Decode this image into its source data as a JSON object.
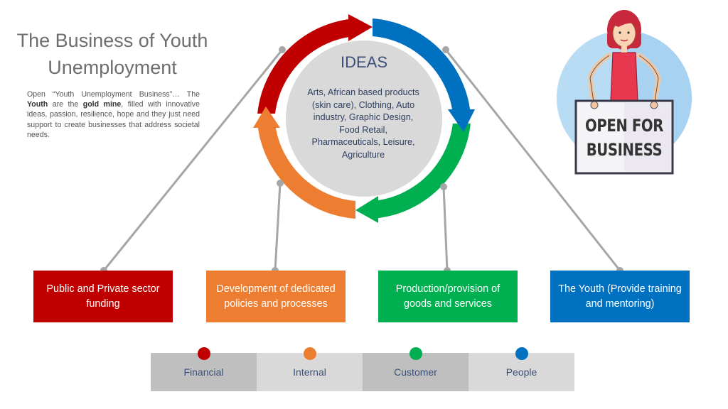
{
  "title": "The Business of Youth Unemployment",
  "intro": {
    "p1": "Open “Youth Unemployment Business”… The ",
    "youth": "Youth",
    "p2": " are the ",
    "gold": "gold mine",
    "p3": ", filled with innovative ideas, passion, resilience, hope and they just need support to create businesses that address societal needs."
  },
  "center": {
    "title": "IDEAS",
    "text": "Arts, African based products (skin care), Clothing, Auto industry, Graphic Design, Food Retail, Pharmaceuticals, Leisure, Agriculture"
  },
  "boxes": [
    {
      "label": "Public and Private sector funding",
      "color": "#c00000"
    },
    {
      "label": "Development of dedicated policies and processes",
      "color": "#ed7d31"
    },
    {
      "label": "Production/provision of goods and services",
      "color": "#00b050"
    },
    {
      "label": "The Youth (Provide training and mentoring)",
      "color": "#0070c0"
    }
  ],
  "legend": [
    {
      "label": "Financial",
      "color": "#c00000"
    },
    {
      "label": "Internal",
      "color": "#ed7d31"
    },
    {
      "label": "Customer",
      "color": "#00b050"
    },
    {
      "label": "People",
      "color": "#0070c0"
    }
  ],
  "sign": {
    "line1": "OPEN FOR",
    "line2": "BUSINESS"
  }
}
